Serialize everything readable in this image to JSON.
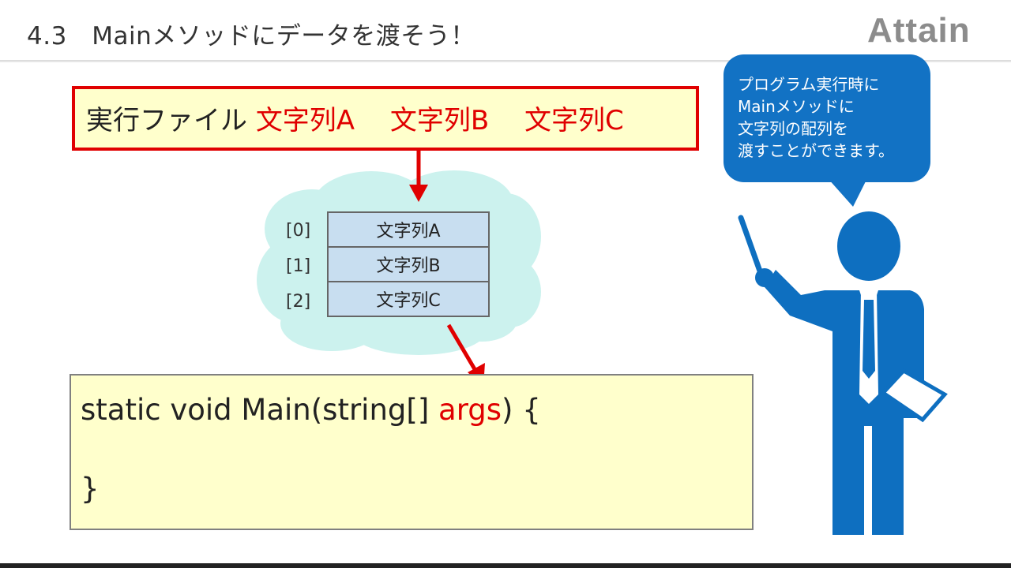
{
  "header": {
    "title": "4.3　Mainメソッドにデータを渡そう！",
    "logo_text": "Attain"
  },
  "command": {
    "label": "実行ファイル",
    "args": [
      "文字列A",
      "文字列B",
      "文字列C"
    ]
  },
  "array": {
    "indices": [
      "[0]",
      "[1]",
      "[2]"
    ],
    "values": [
      "文字列A",
      "文字列B",
      "文字列C"
    ]
  },
  "code": {
    "signature_prefix": "static void Main(string[] ",
    "signature_param": "args",
    "signature_suffix": ") {",
    "closing": "}"
  },
  "speech": {
    "lines": [
      "プログラム実行時に",
      "Mainメソッドに",
      "文字列の配列を",
      "渡すことができます。"
    ]
  },
  "colors": {
    "accent_red": "#e00000",
    "bubble_blue": "#1272c4",
    "figure_blue": "#0e6fc0",
    "box_fill": "#ffffcc",
    "cloud_fill": "#ccf2ee",
    "cell_fill": "#c8def0"
  },
  "icons": [
    "presenter-figure-icon",
    "pointer-stick-icon",
    "cloud-shape"
  ]
}
